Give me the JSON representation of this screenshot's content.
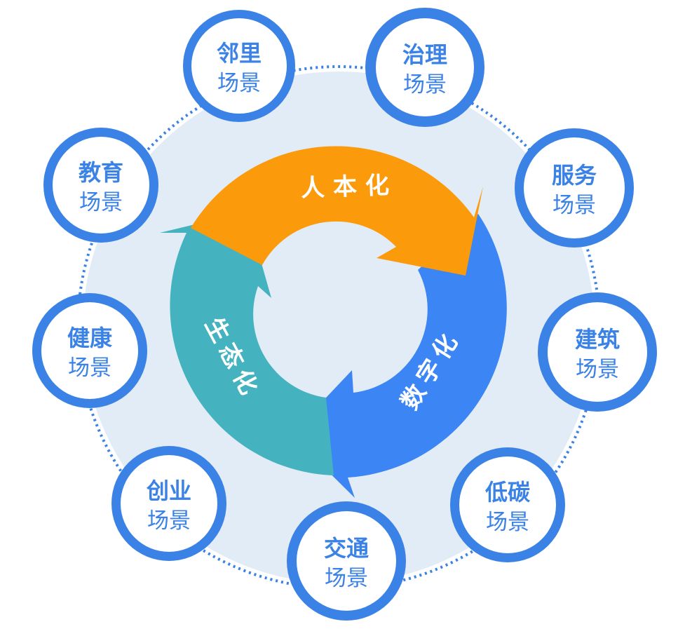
{
  "colors": {
    "background_disc": "#e2ecf7",
    "dotted_ring": "#3b82e6",
    "node_ring": "#3b82e6",
    "node_fill": "#ffffff",
    "node_text": "#3b82e6",
    "arrow_orange": "#fb9a0a",
    "arrow_blue": "#3b86f4",
    "arrow_teal": "#45b2c0",
    "arrow_text": "#ffffff"
  },
  "cycle": [
    {
      "id": "renben",
      "text": "人本化",
      "color": "arrow_orange"
    },
    {
      "id": "shuzi",
      "text": "数字化",
      "color": "arrow_blue"
    },
    {
      "id": "shengtai",
      "text": "生态化",
      "color": "arrow_teal"
    }
  ],
  "scenes": [
    {
      "id": "linli",
      "title": "邻里",
      "sub": "场景"
    },
    {
      "id": "zhili",
      "title": "治理",
      "sub": "场景"
    },
    {
      "id": "fuwu",
      "title": "服务",
      "sub": "场景"
    },
    {
      "id": "jianzhu",
      "title": "建筑",
      "sub": "场景"
    },
    {
      "id": "ditan",
      "title": "低碳",
      "sub": "场景"
    },
    {
      "id": "jiaotong",
      "title": "交通",
      "sub": "场景"
    },
    {
      "id": "chuangye",
      "title": "创业",
      "sub": "场景"
    },
    {
      "id": "jiankang",
      "title": "健康",
      "sub": "场景"
    },
    {
      "id": "jiaoyu",
      "title": "教育",
      "sub": "场景"
    }
  ]
}
